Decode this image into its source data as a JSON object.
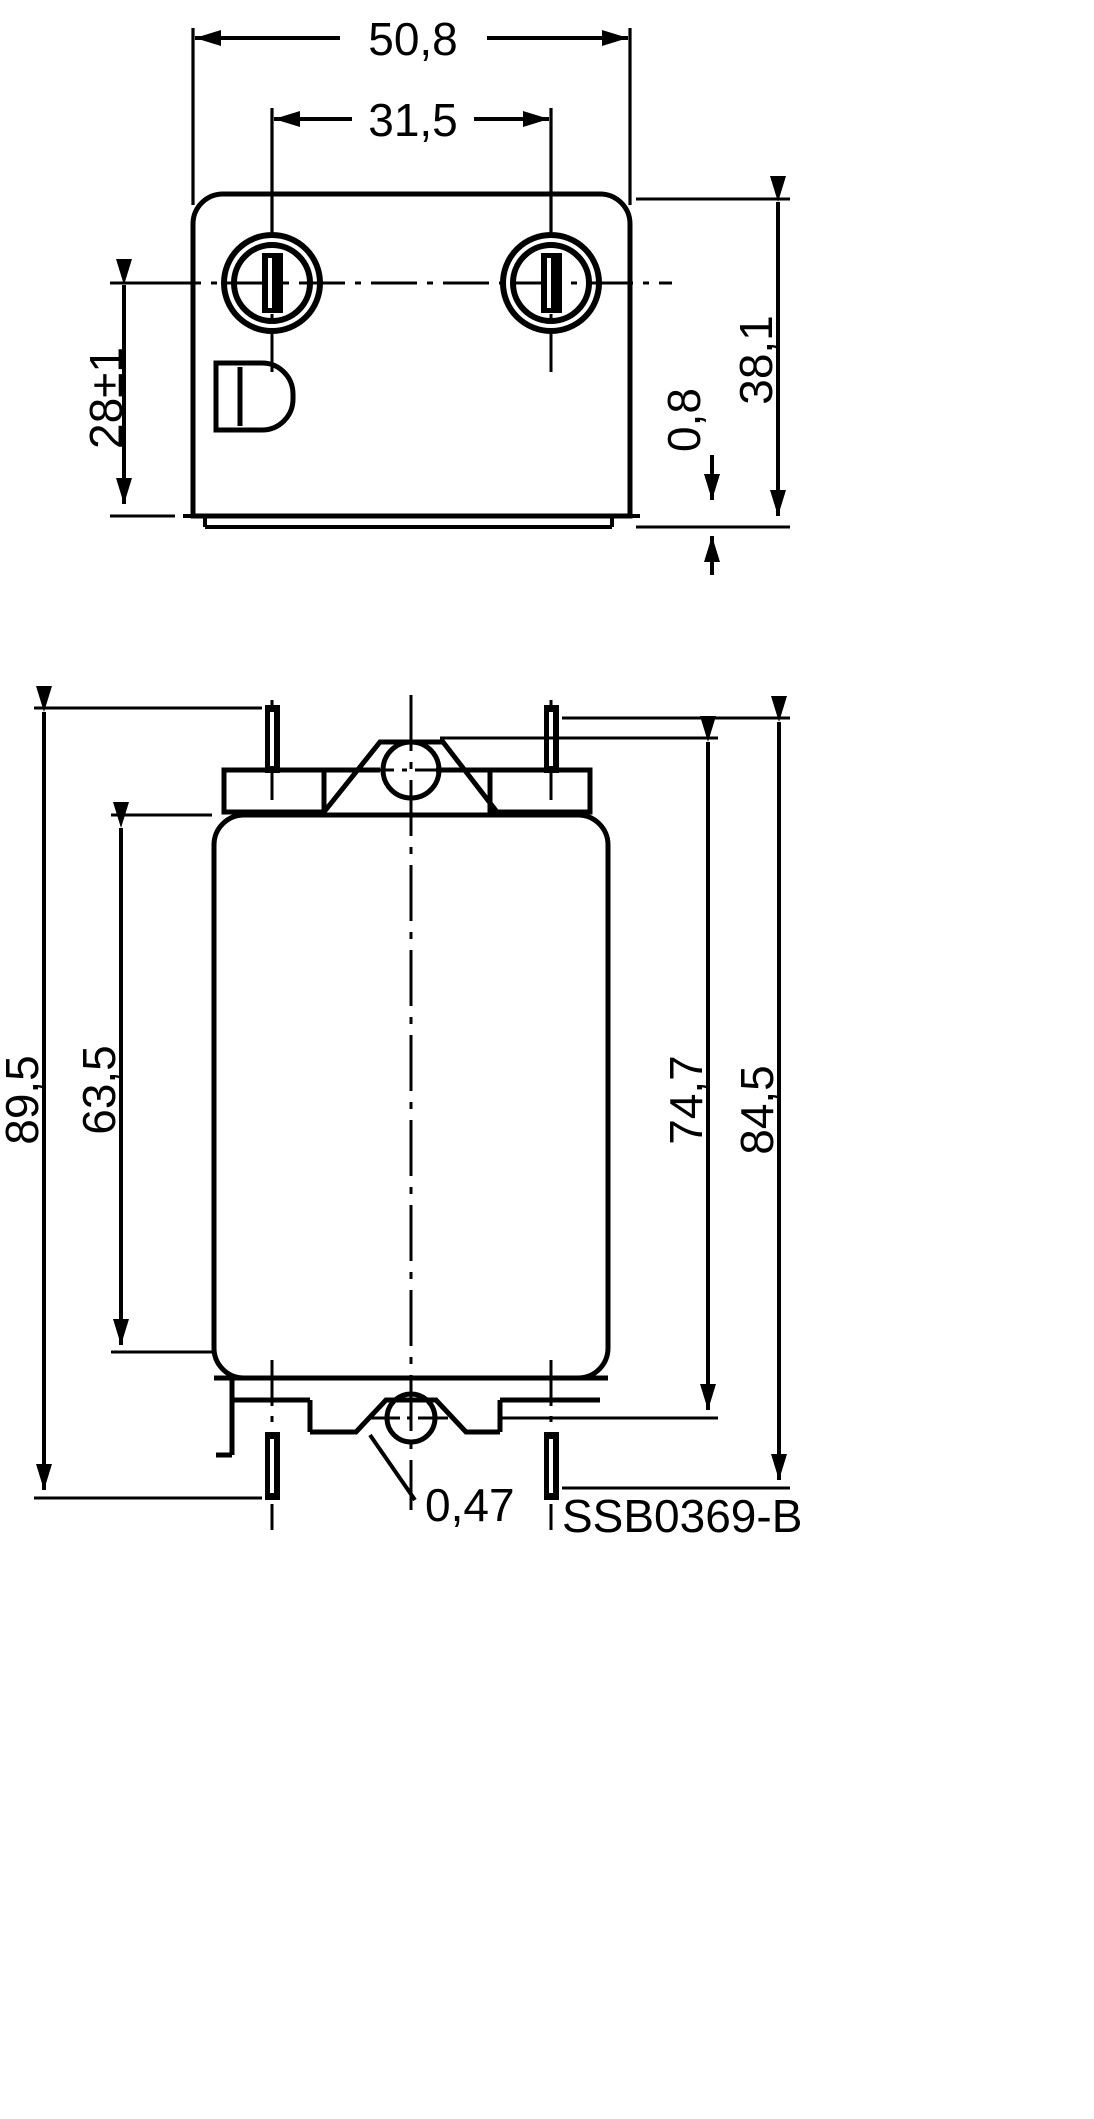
{
  "drawing": {
    "title_block_label": "SSB0369-B",
    "units_note": "",
    "views": {
      "top": {
        "name": "top-view",
        "dimensions": {
          "overall_width": "50,8",
          "terminal_spacing": "31,5",
          "terminal_height_from_base": "28±1",
          "overall_height": "38,1",
          "base_flange_thickness": "0,8"
        }
      },
      "front": {
        "name": "front-view",
        "dimensions": {
          "overall_height_with_pins": "89,5",
          "body_height": "63,5",
          "height_to_mount_tab": "74,7",
          "overall_height_right": "84,5",
          "pin_thickness": "0,47"
        }
      }
    },
    "dimension_labels": [
      {
        "id": "d-50-8",
        "value": "50,8",
        "orientation": "horizontal",
        "view": "top"
      },
      {
        "id": "d-31-5",
        "value": "31,5",
        "orientation": "horizontal",
        "view": "top"
      },
      {
        "id": "d-28pm1",
        "value": "28±1",
        "orientation": "vertical",
        "view": "top"
      },
      {
        "id": "d-38-1",
        "value": "38,1",
        "orientation": "vertical",
        "view": "top"
      },
      {
        "id": "d-0-8",
        "value": "0,8",
        "orientation": "vertical",
        "view": "top"
      },
      {
        "id": "d-89-5",
        "value": "89,5",
        "orientation": "vertical",
        "view": "front"
      },
      {
        "id": "d-63-5",
        "value": "63,5",
        "orientation": "vertical",
        "view": "front"
      },
      {
        "id": "d-74-7",
        "value": "74,7",
        "orientation": "vertical",
        "view": "front"
      },
      {
        "id": "d-84-5",
        "value": "84,5",
        "orientation": "vertical",
        "view": "front"
      },
      {
        "id": "d-0-47",
        "value": "0,47",
        "orientation": "horizontal",
        "view": "front"
      }
    ],
    "colors": {
      "line": "#000000",
      "background": "#ffffff"
    }
  }
}
